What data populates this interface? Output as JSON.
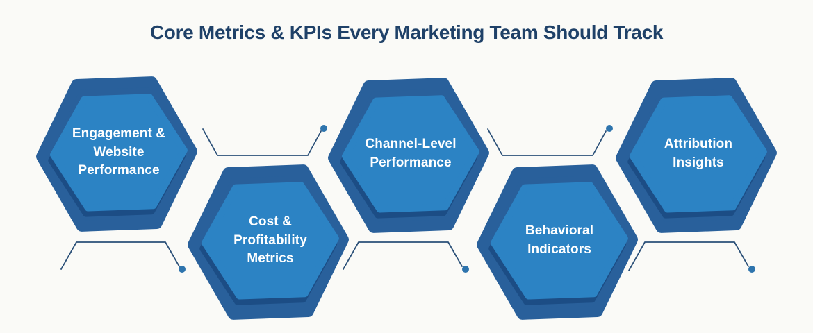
{
  "title": "Core Metrics & KPIs Every Marketing Team Should Track",
  "hexagons": [
    {
      "label": "Engagement &\nWebsite\nPerformance"
    },
    {
      "label": "Cost &\nProfitability\nMetrics"
    },
    {
      "label": "Channel-Level\nPerformance"
    },
    {
      "label": "Behavioral\nIndicators"
    },
    {
      "label": "Attribution\nInsights"
    }
  ],
  "colors": {
    "background": "#fafaf7",
    "title": "#1f4168",
    "hex_outer": "#29609b",
    "hex_inner": "#2c83c4",
    "hex_inner_shadow": "#1c4d85",
    "connector_line": "#2b5078",
    "connector_dot": "#2e74ad",
    "label_text": "#ffffff"
  }
}
